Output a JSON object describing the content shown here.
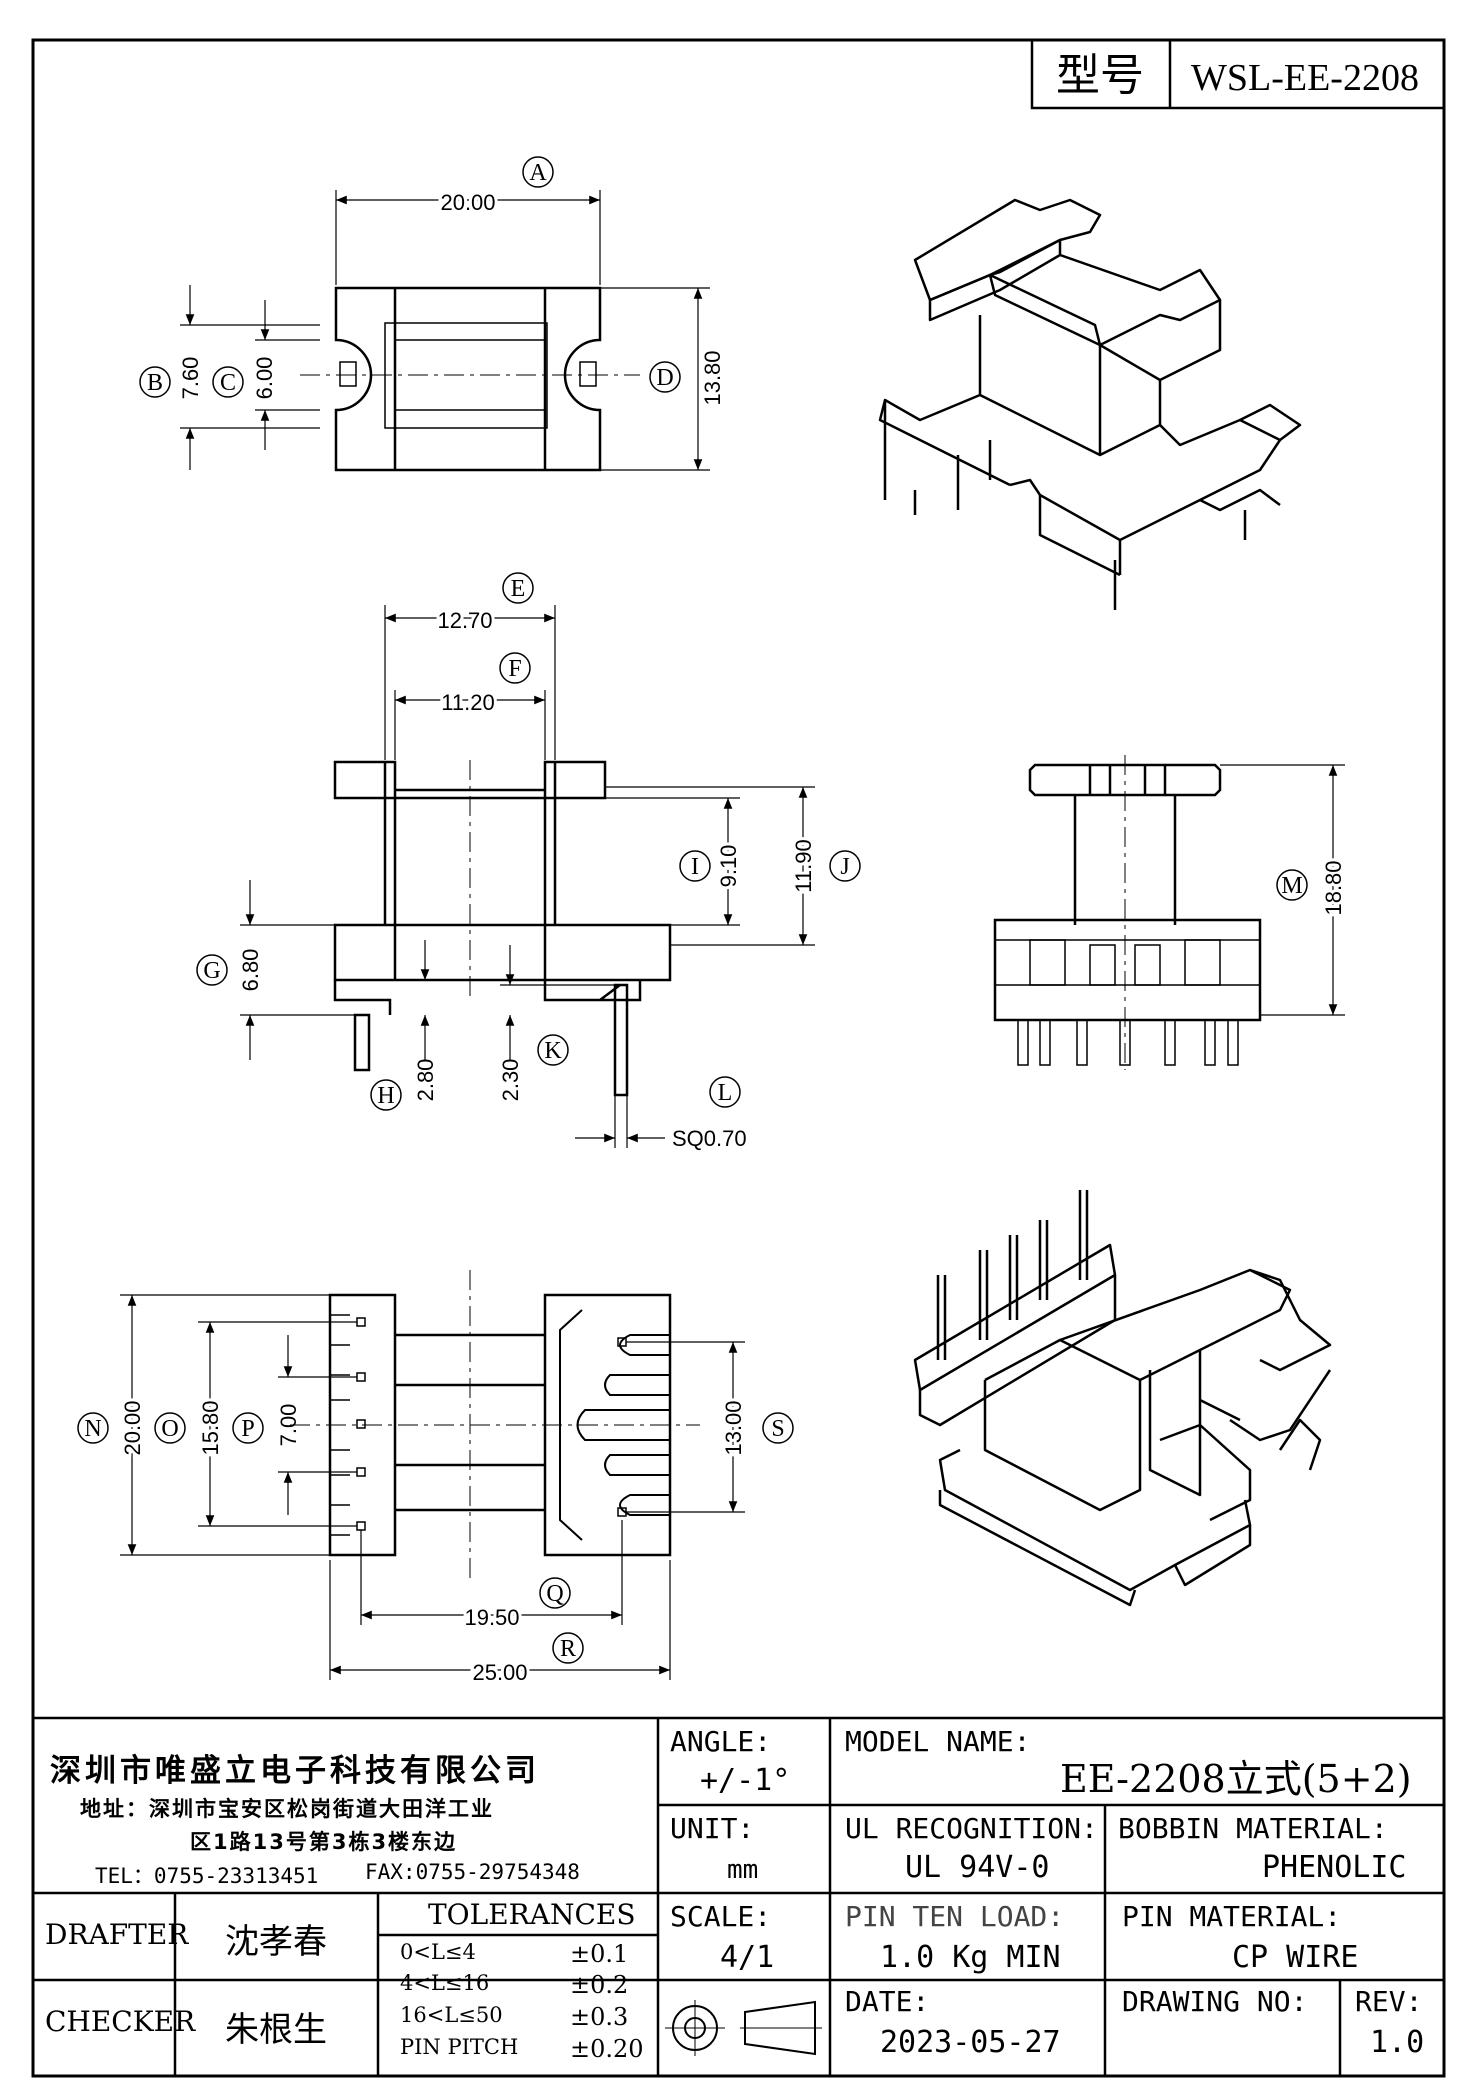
{
  "title_block_top": {
    "model_label": "型号",
    "model_value": "WSL-EE-2208"
  },
  "top_view": {
    "A": {
      "letter": "A",
      "value": "20.00"
    },
    "B": {
      "letter": "B",
      "value": "7.60"
    },
    "C": {
      "letter": "C",
      "value": "6.00"
    },
    "D": {
      "letter": "D",
      "value": "13.80"
    }
  },
  "front_view": {
    "E": {
      "letter": "E",
      "value": "12.70"
    },
    "F": {
      "letter": "F",
      "value": "11.20"
    },
    "I": {
      "letter": "I",
      "value": "9.10"
    },
    "J": {
      "letter": "J",
      "value": "11.90"
    },
    "G": {
      "letter": "G",
      "value": "6.80"
    },
    "H": {
      "letter": "H",
      "value": "2.80"
    },
    "K": {
      "letter": "K",
      "value": "2.30"
    },
    "L": {
      "letter": "L",
      "value": "SQ0.70"
    }
  },
  "side_view": {
    "M": {
      "letter": "M",
      "value": "18.80"
    }
  },
  "bottom_view": {
    "N": {
      "letter": "N",
      "value": "20.00"
    },
    "O": {
      "letter": "O",
      "value": "15.80"
    },
    "P": {
      "letter": "P",
      "value": "7.00"
    },
    "S": {
      "letter": "S",
      "value": "13.00"
    },
    "Q": {
      "letter": "Q",
      "value": "19.50"
    },
    "R": {
      "letter": "R",
      "value": "25.00"
    }
  },
  "company": {
    "name": "深圳市唯盛立电子科技有限公司",
    "address_line1": "地址：深圳市宝安区松岗街道大田洋工业",
    "address_line2": "区1路13号第3栋3楼东边",
    "tel": "TEL：0755-23313451",
    "fax": "FAX:0755-29754348"
  },
  "title_block": {
    "angle_label": "ANGLE:",
    "angle_value": "+/-1°",
    "model_name_label": "MODEL NAME:",
    "model_name_value": "EE-2208立式(5+2)",
    "unit_label": "UNIT:",
    "unit_value": "mm",
    "ul_label": "UL RECOGNITION:",
    "ul_value": "UL 94V-0",
    "bobbin_label": "BOBBIN MATERIAL:",
    "bobbin_value": "PHENOLIC",
    "scale_label": "SCALE:",
    "scale_value": "4/1",
    "pin_load_label": "PIN TEN LOAD:",
    "pin_load_value": "1.0 Kg MIN",
    "pin_material_label": "PIN MATERIAL:",
    "pin_material_value": "CP WIRE",
    "date_label": "DATE:",
    "date_value": "2023-05-27",
    "drawing_no_label": "DRAWING NO:",
    "rev_label": "REV:",
    "rev_value": "1.0",
    "drafter_label": "DRAFTER",
    "drafter_value": "沈孝春",
    "checker_label": "CHECKER",
    "checker_value": "朱根生",
    "tolerances_title": "TOLERANCES",
    "tolerances": [
      {
        "range": "0<L≤4",
        "value": "±0.1"
      },
      {
        "range": "4<L≤16",
        "value": "±0.2"
      },
      {
        "range": "16<L≤50",
        "value": "±0.3"
      },
      {
        "range": "PIN PITCH",
        "value": "±0.20"
      }
    ]
  }
}
